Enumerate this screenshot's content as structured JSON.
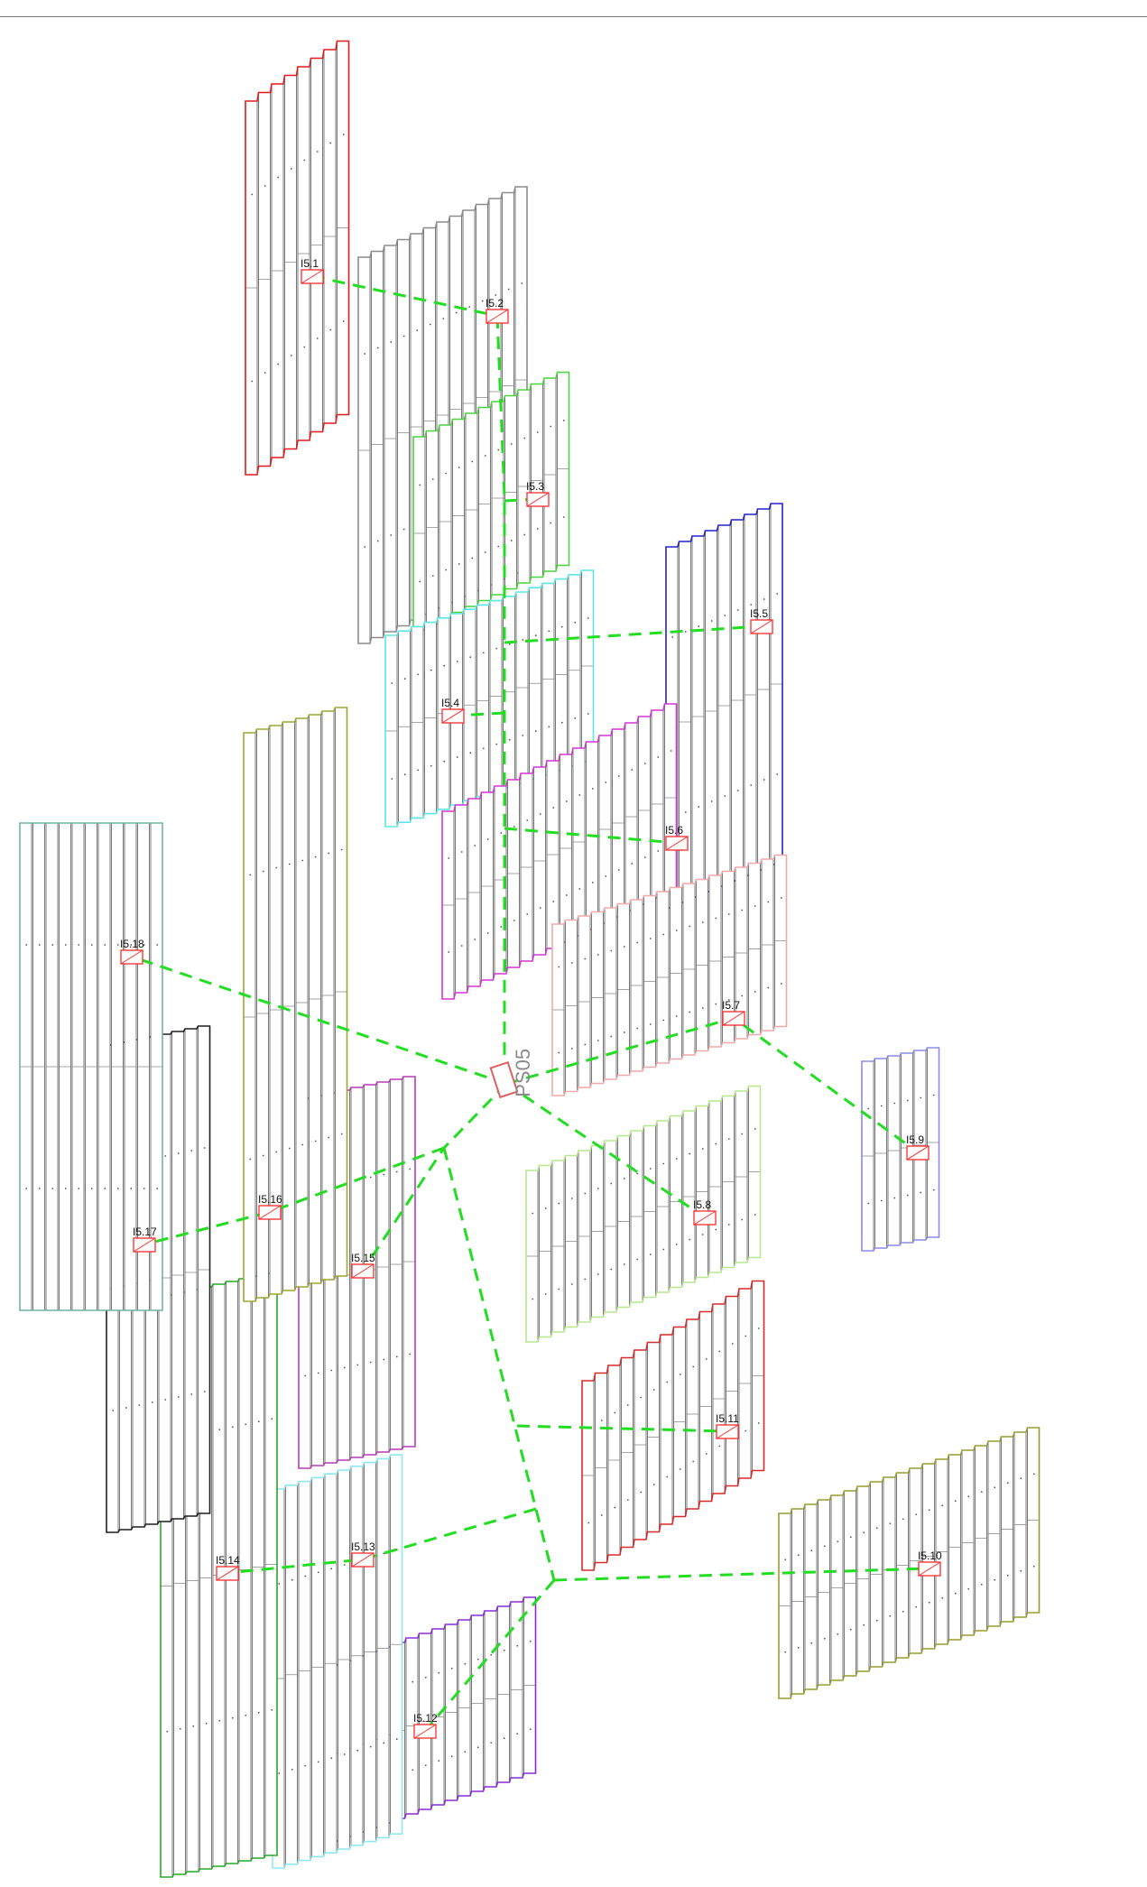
{
  "substation": {
    "label": "PS05"
  },
  "colors": {
    "trunk": "#22dd22",
    "inverter_box": "#ff2b2b",
    "substation_box": "#e06060",
    "substation_text": "#8a8a8a",
    "table_fill": "#ffffff",
    "table_stroke": "#6a6a6a"
  },
  "inverters": [
    {
      "id": "I5.1",
      "zone_color": "#e11b1b"
    },
    {
      "id": "I5.2",
      "zone_color": "#8c8c8c"
    },
    {
      "id": "I5.3",
      "zone_color": "#4ad33e"
    },
    {
      "id": "I5.4",
      "zone_color": "#5ee6e6"
    },
    {
      "id": "I5.5",
      "zone_color": "#2424c8"
    },
    {
      "id": "I5.6",
      "zone_color": "#d335d3"
    },
    {
      "id": "I5.7",
      "zone_color": "#f2a8a8"
    },
    {
      "id": "I5.8",
      "zone_color": "#b7e88f"
    },
    {
      "id": "I5.9",
      "zone_color": "#8c8ce6"
    },
    {
      "id": "I5.10",
      "zone_color": "#9c9c32"
    },
    {
      "id": "I5.11",
      "zone_color": "#d72a2a"
    },
    {
      "id": "I5.12",
      "zone_color": "#8a2bd6"
    },
    {
      "id": "I5.13",
      "zone_color": "#8fe7f0"
    },
    {
      "id": "I5.14",
      "zone_color": "#27a827"
    },
    {
      "id": "I5.15",
      "zone_color": "#b53cb5"
    },
    {
      "id": "I5.16",
      "zone_color": "#a3a332"
    },
    {
      "id": "I5.17",
      "zone_color": "#1f1f1f"
    },
    {
      "id": "I5.18",
      "zone_color": "#6fb3a6"
    }
  ]
}
